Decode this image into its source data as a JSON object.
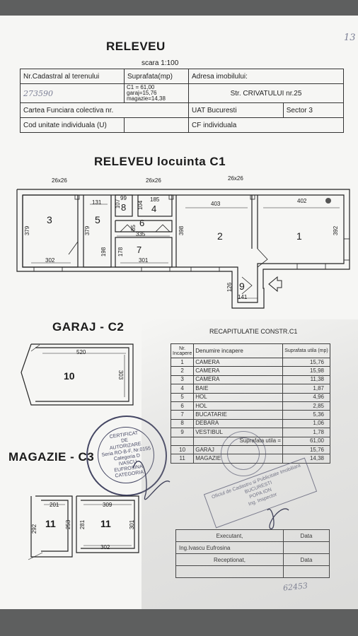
{
  "document": {
    "page_number": "13",
    "title": "RELEVEU",
    "scale": "scara 1:100",
    "header_table": {
      "cadastral_label": "Nr.Cadastral al terenului",
      "cadastral_value": "273590",
      "area_label": "Suprafata(mp)",
      "area_c1": "C1 = 61,00",
      "area_garaj": "garaj=15,76",
      "area_magazie": "magazie=14,38",
      "address_label": "Adresa imobilului:",
      "address_value": "Str. CRIVATULUI nr.25",
      "cf_colectiva_label": "Cartea Funciara colectiva nr.",
      "uat_label": "UAT Bucuresti",
      "sector_label": "Sector  3",
      "cod_label": "Cod unitate individuala (U)",
      "cf_individuala_label": "CF individuala"
    },
    "plan_c1": {
      "title": "RELEVEU  locuinta C1",
      "room_numbers": [
        "1",
        "2",
        "3",
        "4",
        "5",
        "6",
        "7",
        "8",
        "9"
      ],
      "dimensions": {
        "d_26x26_a": "26x26",
        "d_26x26_b": "26x26",
        "d_26x26_c": "26x26",
        "d_131": "131",
        "d_99": "99",
        "d_107": "107",
        "d_104": "104",
        "d_185": "185",
        "d_403": "403",
        "d_402": "402",
        "d_379a": "379",
        "d_379b": "379",
        "d_85": "85",
        "d_335": "335",
        "d_198": "198",
        "d_178": "178",
        "d_398": "398",
        "d_392": "392",
        "d_302": "302",
        "d_301": "301",
        "d_126": "126",
        "d_141": "141"
      }
    },
    "plan_c2": {
      "title": "GARAJ - C2",
      "room": "10",
      "d_520": "520",
      "d_303": "303"
    },
    "recap": {
      "title": "RECAPITULATIE CONSTR.C1",
      "header_nr": "Nr. Incapere",
      "header_name": "Denumire incapere",
      "header_area": "Suprafata utila (mp)",
      "rows": [
        {
          "nr": "1",
          "name": "CAMERA",
          "area": "15,76"
        },
        {
          "nr": "2",
          "name": "CAMERA",
          "area": "15,98"
        },
        {
          "nr": "3",
          "name": "CAMERA",
          "area": "11,38"
        },
        {
          "nr": "4",
          "name": "BAIE",
          "area": "1,87"
        },
        {
          "nr": "5",
          "name": "HOL",
          "area": "4,96"
        },
        {
          "nr": "6",
          "name": "HOL",
          "area": "2,85"
        },
        {
          "nr": "7",
          "name": "BUCATARIE",
          "area": "5,36"
        },
        {
          "nr": "8",
          "name": "DEBARA",
          "area": "1,06"
        },
        {
          "nr": "9",
          "name": "VESTIBUL",
          "area": "1,78"
        },
        {
          "nr": "",
          "name": "Suprafata utila =",
          "area": "61,00"
        },
        {
          "nr": "10",
          "name": "GARAJ",
          "area": "15,76"
        },
        {
          "nr": "11",
          "name": "MAGAZIE",
          "area": "14,38"
        }
      ]
    },
    "plan_c3": {
      "title": "MAGAZIE - C3",
      "room_a": "11",
      "room_b": "11",
      "d_201": "201",
      "d_309": "309",
      "d_292": "292",
      "d_253": "253",
      "d_281": "281",
      "d_301": "301",
      "d_302": "302"
    },
    "stamp_left": {
      "lines": [
        "CERTIFICAT",
        "DE",
        "AUTORIZARE",
        "Seria RO-B-F, Nr.0155",
        "Categoria D",
        "IVASCU",
        "EUFROSINA",
        "CATEGORIA"
      ]
    },
    "stamp_right": {
      "lines": [
        "Oficiul de Cadastru si Publicitate Imobiliara",
        "BUCURESTI",
        "POPA ION",
        "Ing. Inspector"
      ]
    },
    "executant": {
      "executant_label": "Executant,",
      "data_label": "Data",
      "executant_name": "Ing.Ivascu Eufrosina",
      "receptionat_label": "Receptionat,",
      "data_label_2": "Data"
    },
    "footer_number": "62453"
  }
}
